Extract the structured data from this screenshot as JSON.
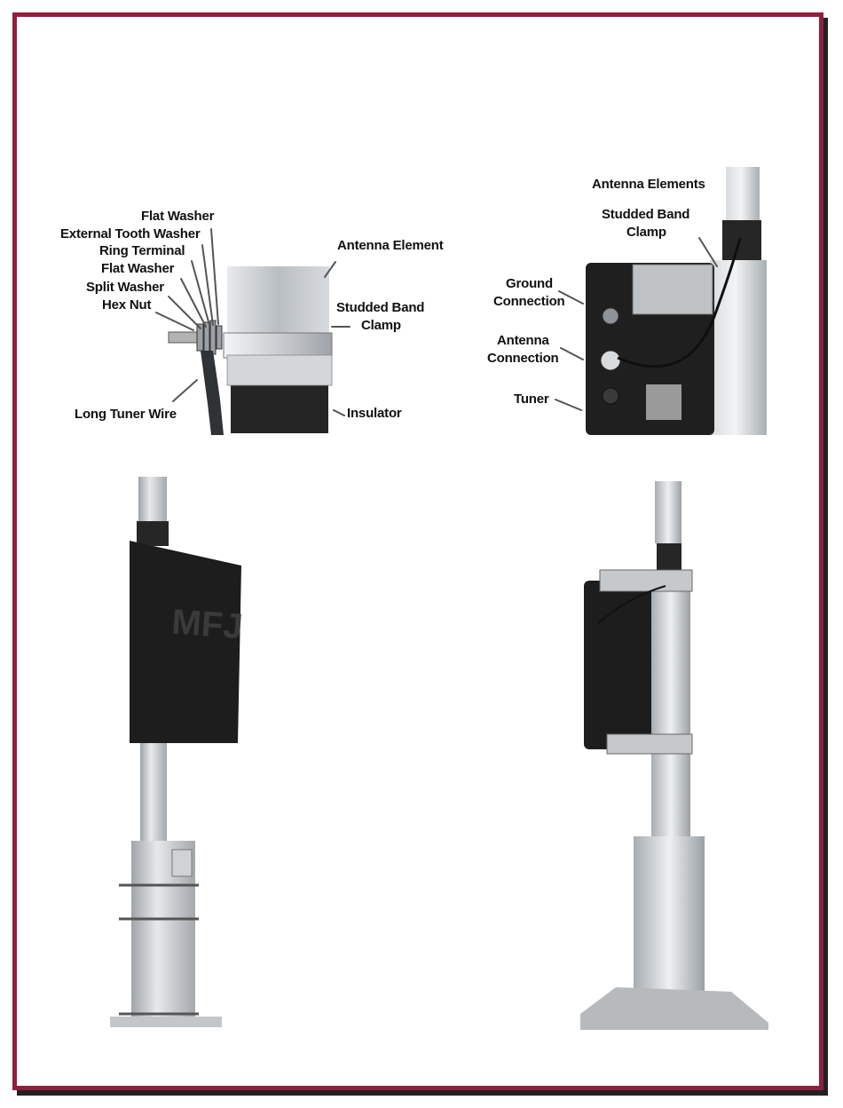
{
  "diagram_top_left": {
    "labels": {
      "flat_washer_1": "Flat Washer",
      "external_tooth_washer": "External Tooth Washer",
      "ring_terminal": "Ring Terminal",
      "flat_washer_2": "Flat Washer",
      "split_washer": "Split Washer",
      "hex_nut": "Hex Nut",
      "long_tuner_wire": "Long Tuner Wire",
      "antenna_element": "Antenna Element",
      "studded_band_clamp_l1": "Studded Band",
      "studded_band_clamp_l2": "Clamp",
      "insulator": "Insulator"
    }
  },
  "diagram_top_right": {
    "labels": {
      "antenna_elements": "Antenna Elements",
      "studded_band_clamp_l1": "Studded Band",
      "studded_band_clamp_l2": "Clamp",
      "ground_connection_l1": "Ground",
      "ground_connection_l2": "Connection",
      "antenna_connection_l1": "Antenna",
      "antenna_connection_l2": "Connection",
      "tuner": "Tuner"
    }
  },
  "colors": {
    "frame_border": "#8f1f3d",
    "aluminum": "#c9cdd0",
    "tuner_box": "#1e1e1e",
    "insulator": "#2a2a2a"
  }
}
